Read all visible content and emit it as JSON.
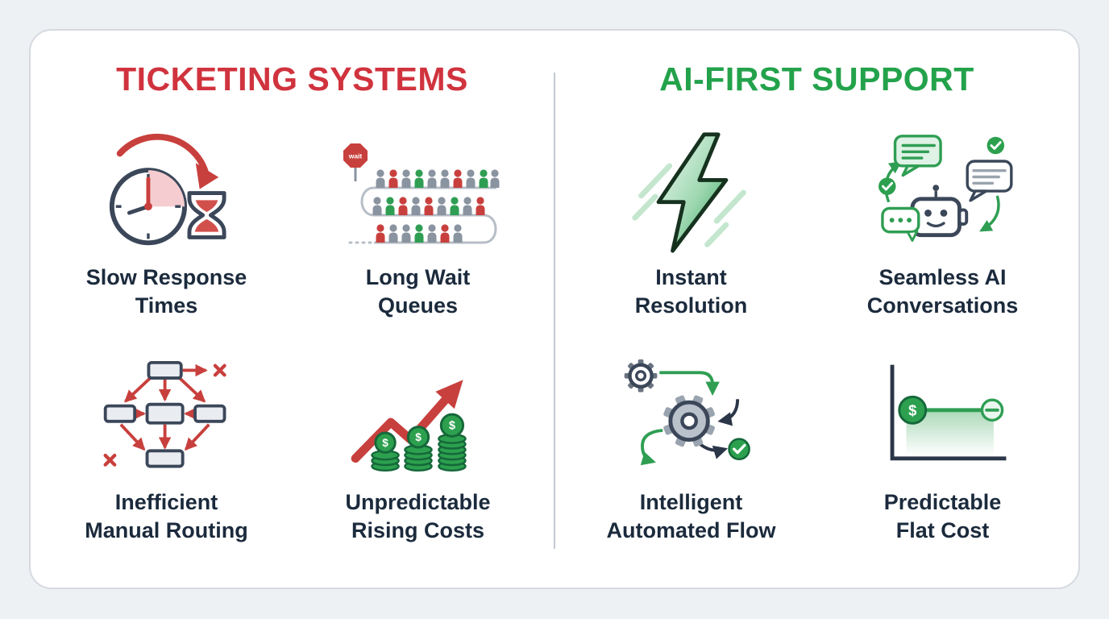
{
  "page": {
    "background_color": "#eef1f4",
    "card_color": "#ffffff",
    "divider_color": "#c3c9d1"
  },
  "colors": {
    "red_accent": "#d0333e",
    "green_accent": "#23a24b",
    "text_dark": "#1b2a3c"
  },
  "comparison": {
    "left": {
      "title": "TICKETING SYSTEMS",
      "items": [
        {
          "icon": "clock-hourglass-icon",
          "label_line1": "Slow Response",
          "label_line2": "Times"
        },
        {
          "icon": "wait-queue-people-icon",
          "label_line1": "Long Wait",
          "label_line2": "Queues"
        },
        {
          "icon": "manual-routing-flowchart-icon",
          "label_line1": "Inefficient",
          "label_line2": "Manual Routing"
        },
        {
          "icon": "rising-costs-arrow-coins-icon",
          "label_line1": "Unpredictable",
          "label_line2": "Rising Costs"
        }
      ]
    },
    "right": {
      "title": "AI-FIRST SUPPORT",
      "items": [
        {
          "icon": "lightning-bolt-icon",
          "label_line1": "Instant",
          "label_line2": "Resolution"
        },
        {
          "icon": "ai-chat-robot-icon",
          "label_line1": "Seamless AI",
          "label_line2": "Conversations"
        },
        {
          "icon": "automated-flow-gears-icon",
          "label_line1": "Intelligent",
          "label_line2": "Automated Flow"
        },
        {
          "icon": "flat-cost-chart-icon",
          "label_line1": "Predictable",
          "label_line2": "Flat Cost"
        }
      ]
    }
  },
  "icon_text": {
    "wait_sign": "wait",
    "dollar": "$"
  }
}
